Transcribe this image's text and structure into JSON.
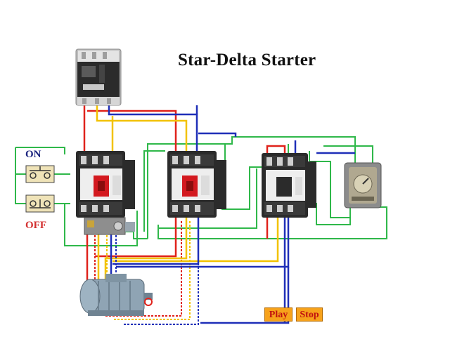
{
  "title": "Star-Delta Starter",
  "switches": {
    "on_label": "ON",
    "off_label": "OFF"
  },
  "controls": {
    "play_label": "Play",
    "stop_label": "Stop"
  },
  "colors": {
    "phase_red": "#e0221b",
    "phase_yellow": "#f2c200",
    "phase_blue": "#1f2fb8",
    "control_green": "#2fb84a",
    "button_orange": "#f7a21b"
  }
}
